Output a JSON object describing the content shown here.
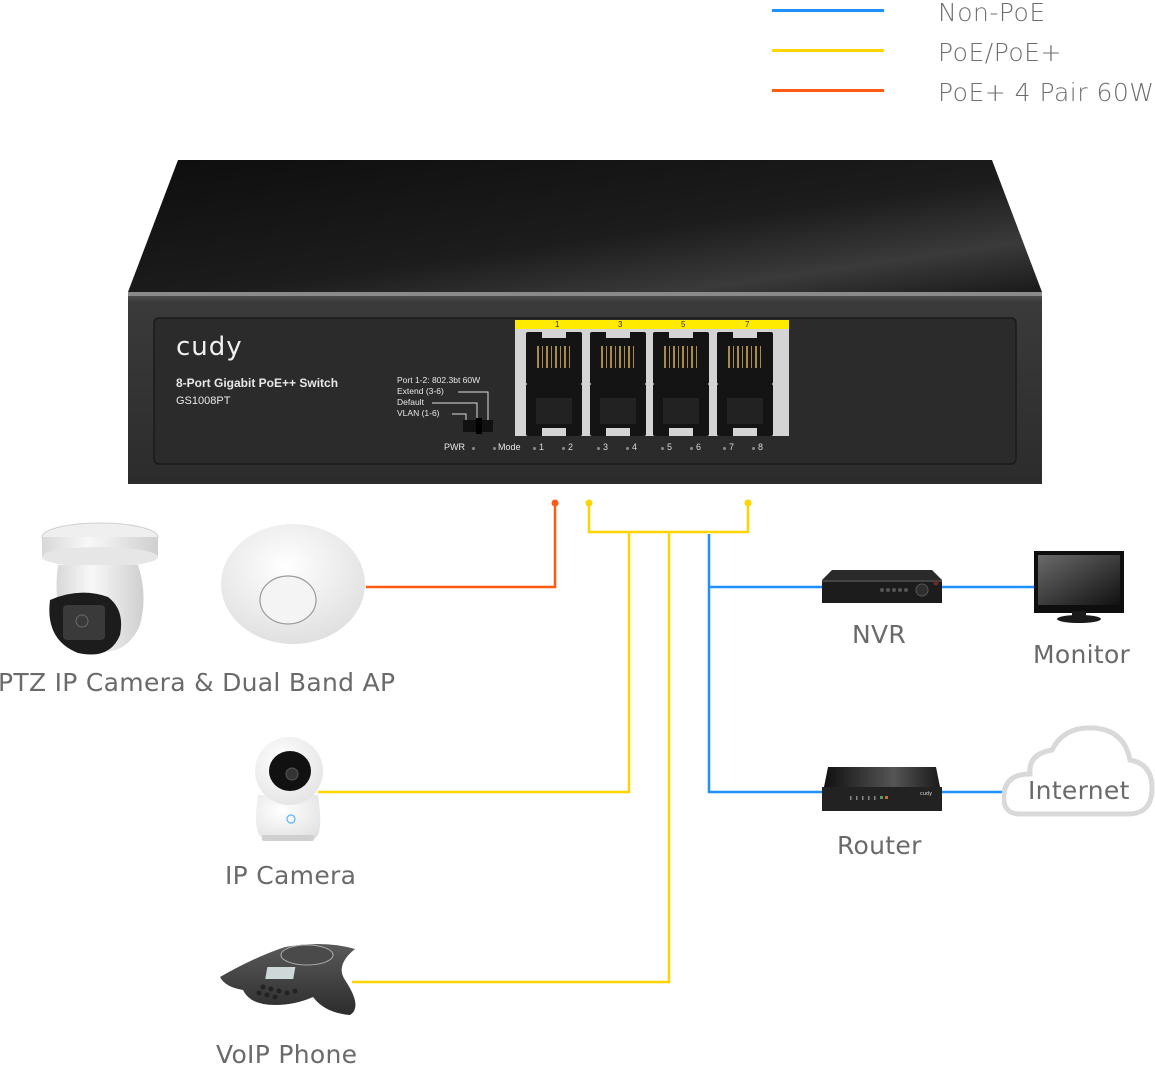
{
  "legend": {
    "items": [
      {
        "label": "Non-PoE",
        "color": "#1e90ff"
      },
      {
        "label": "PoE/PoE+",
        "color": "#ffd400"
      },
      {
        "label": "PoE+ 4 Pair 60W",
        "color": "#ff5a14"
      }
    ]
  },
  "switch": {
    "brand": "cudy",
    "product_name": "8-Port Gigabit PoE++ Switch",
    "model": "GS1008PT",
    "mode_info": {
      "port_note": "Port 1-2: 802.3bt 60W",
      "options": [
        "Extend (3-6)",
        "Default",
        "VLAN (1-6)"
      ]
    },
    "pwr_label": "PWR",
    "mode_label": "Mode",
    "port_top_labels": [
      "1",
      "3",
      "5",
      "7"
    ],
    "port_led_labels": [
      "1",
      "2",
      "3",
      "4",
      "5",
      "6",
      "7",
      "8"
    ],
    "poe_band_color": "#ffeb00"
  },
  "devices": {
    "ptz_camera_ap": {
      "label": "PTZ IP Camera & Dual Band AP"
    },
    "ip_camera": {
      "label": "IP Camera"
    },
    "voip_phone": {
      "label": "VoIP Phone"
    },
    "nvr": {
      "label": "NVR"
    },
    "monitor": {
      "label": "Monitor"
    },
    "router": {
      "label": "Router",
      "brand": "cudy"
    },
    "internet": {
      "label": "Internet"
    }
  }
}
